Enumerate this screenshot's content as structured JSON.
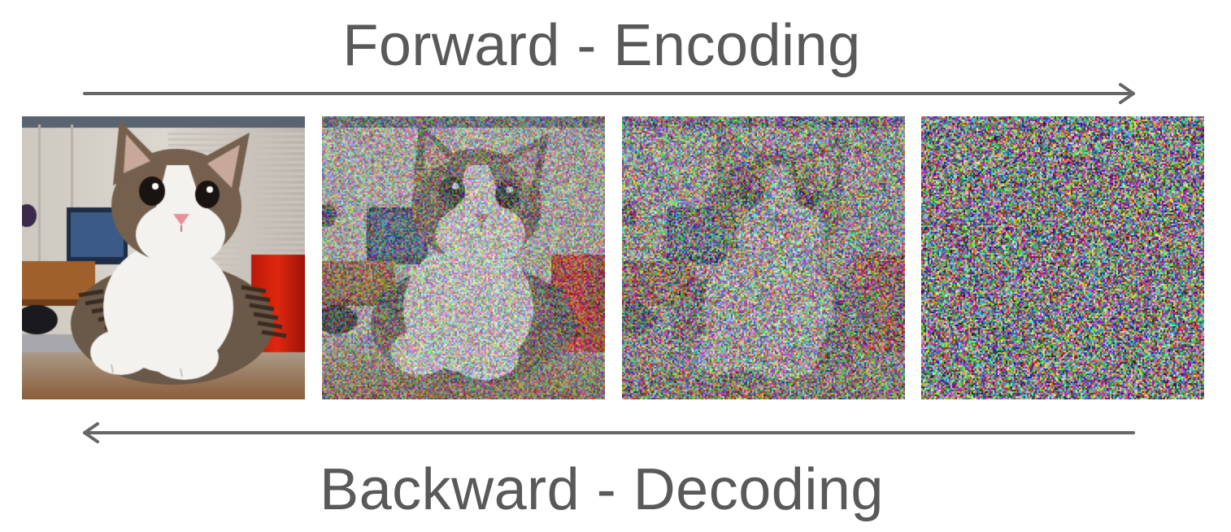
{
  "forward_label": "Forward - Encoding",
  "backward_label": "Backward - Decoding",
  "arrow_color": "#666666",
  "text_color": "#595959",
  "panels": [
    {
      "content": "cat-photo",
      "noise_level": 0.0
    },
    {
      "content": "noisy-cat",
      "noise_level": 0.55
    },
    {
      "content": "noisier-cat",
      "noise_level": 0.78
    },
    {
      "content": "pure-noise",
      "noise_level": 1.0
    }
  ]
}
